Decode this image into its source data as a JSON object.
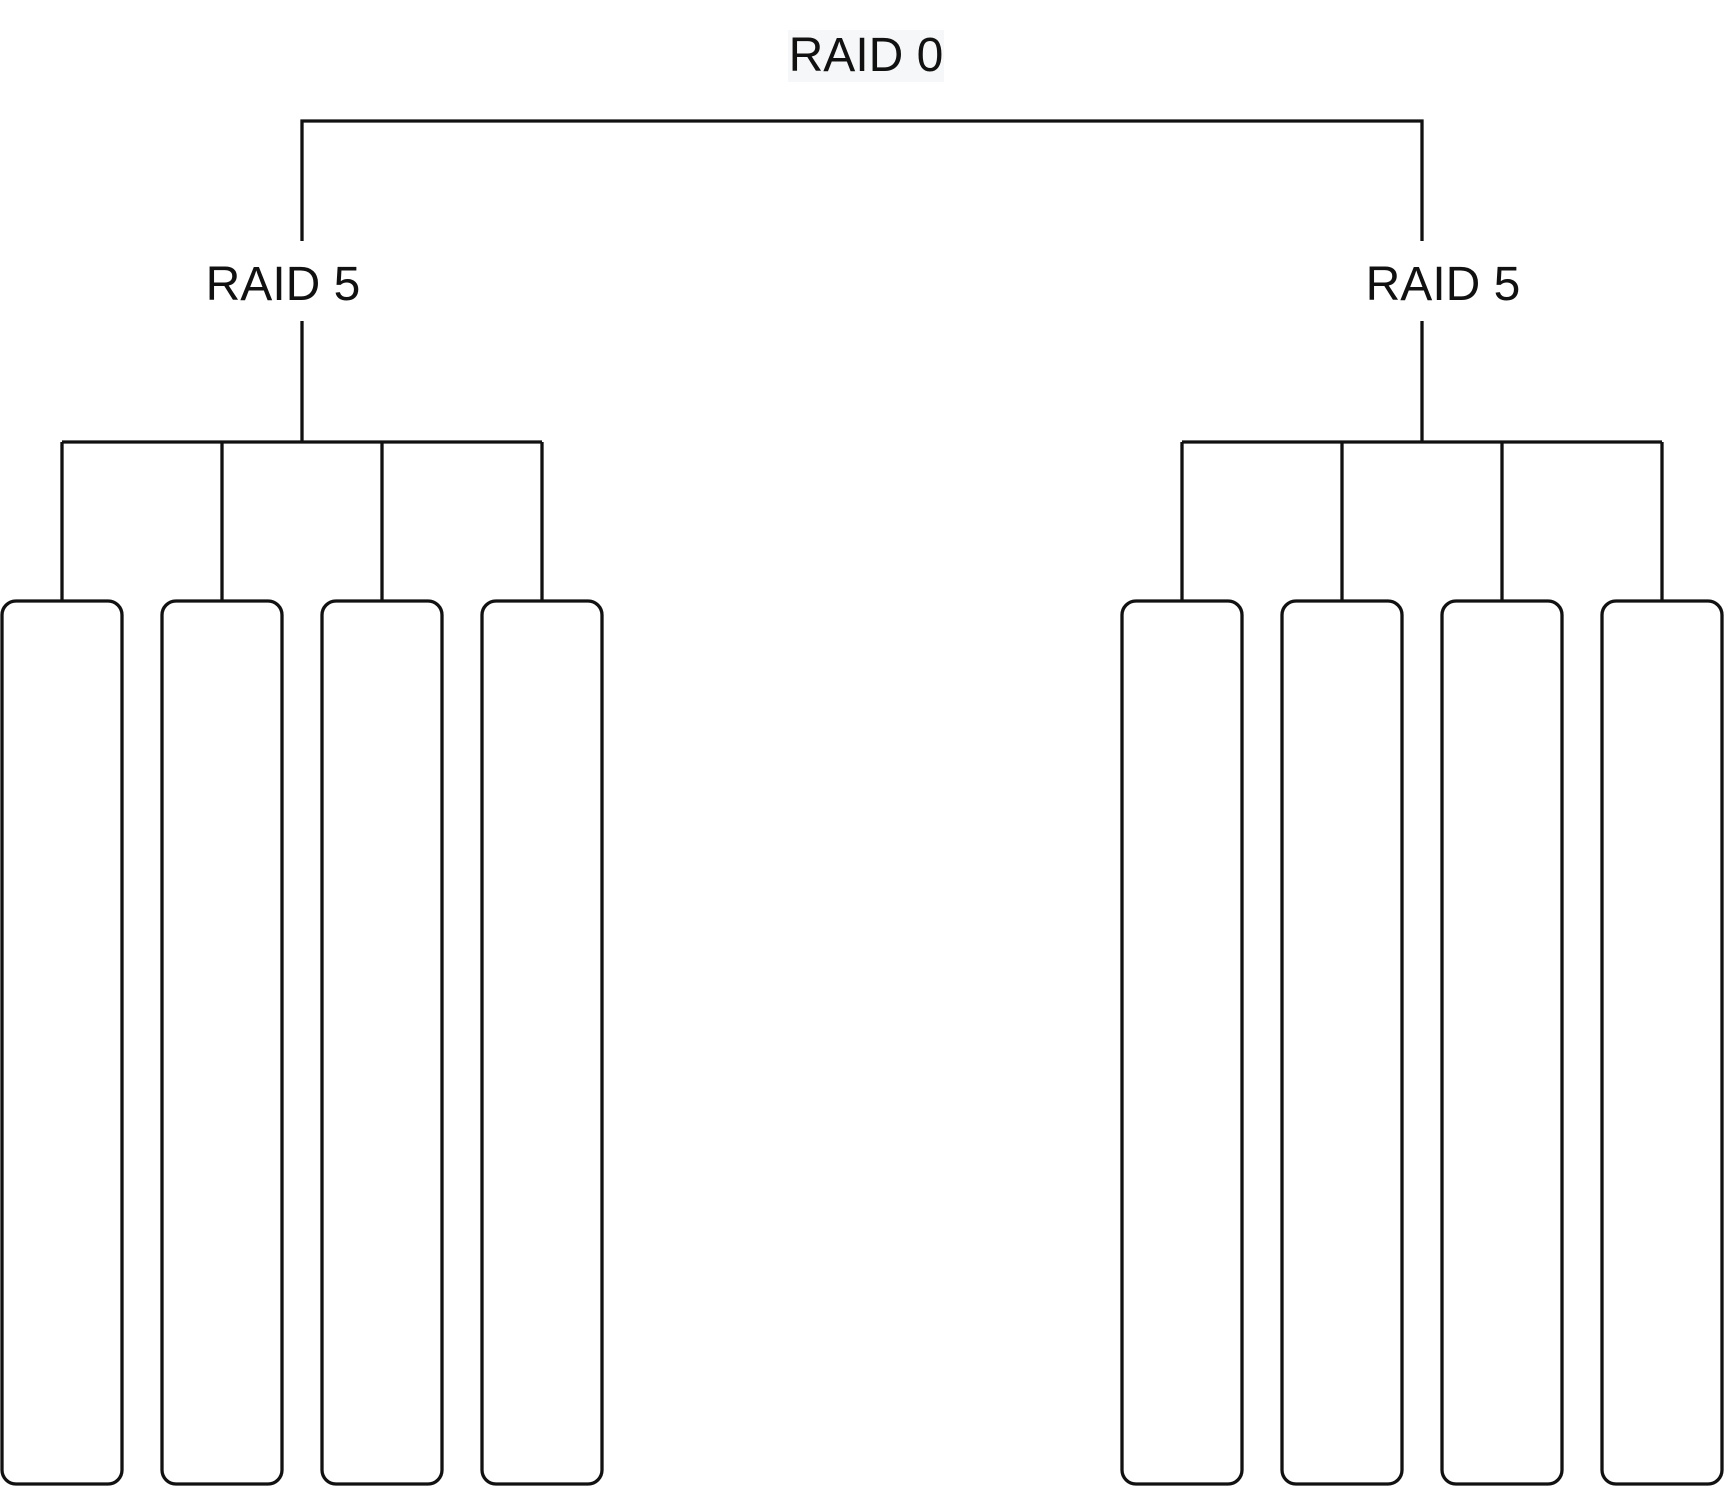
{
  "diagram": {
    "root": {
      "label": "RAID 0"
    },
    "groups": [
      {
        "label": "RAID 5",
        "disks": 4
      },
      {
        "label": "RAID 5",
        "disks": 4
      }
    ]
  }
}
